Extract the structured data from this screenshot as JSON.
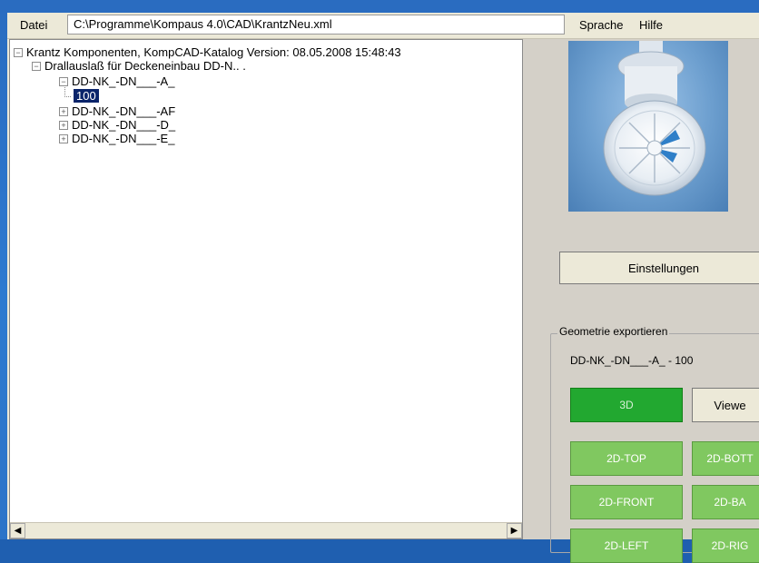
{
  "menu": {
    "datei": "Datei",
    "path": "C:\\Programme\\Kompaus 4.0\\CAD\\KrantzNeu.xml",
    "sprache": "Sprache",
    "hilfe": "Hilfe"
  },
  "tree": {
    "root": "Krantz Komponenten, KompCAD-Katalog Version: 08.05.2008 15:48:43",
    "group": "Drallauslaß für Deckeneinbau DD-N.. .",
    "items": [
      "DD-NK_-DN___-A_",
      "DD-NK_-DN___-AF",
      "DD-NK_-DN___-D_",
      "DD-NK_-DN___-E_"
    ],
    "selected_leaf": "100"
  },
  "panel": {
    "einstellungen": "Einstellungen",
    "group_label": "Geometrie exportieren",
    "code": "DD-NK_-DN___-A_ - 100",
    "buttons": {
      "b3d": "3D",
      "viewer": "Viewe",
      "top": "2D-TOP",
      "bottom": "2D-BOTT",
      "front": "2D-FRONT",
      "back": "2D-BA",
      "left": "2D-LEFT",
      "right": "2D-RIG"
    }
  },
  "scroll": {
    "left_arrow": "◀",
    "right_arrow": "▶"
  },
  "colors": {
    "selection": "#0a246a",
    "green_active": "#22a830",
    "green_button": "#80c860",
    "desktop": "#2a6cc0"
  }
}
